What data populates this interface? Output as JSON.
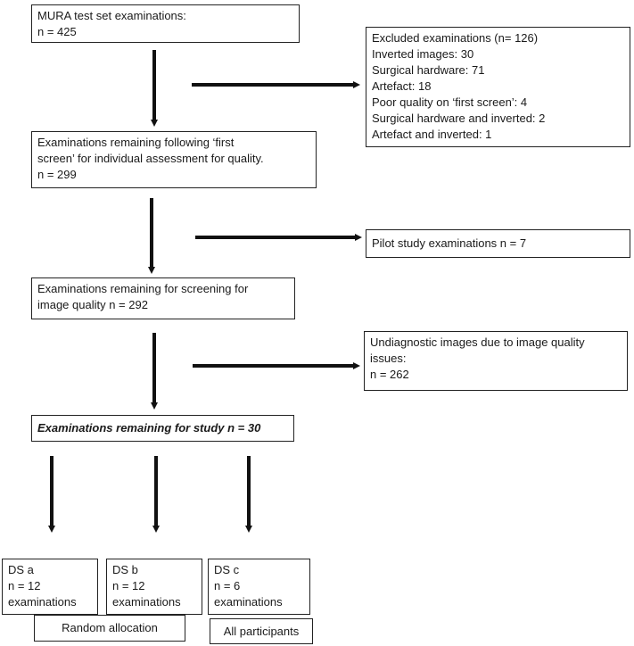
{
  "boxes": {
    "mura_test_set": {
      "lines": [
        "MURA test set examinations:",
        "n = 425"
      ]
    },
    "excluded": {
      "lines": [
        "Excluded examinations (n= 126)",
        "Inverted images: 30",
        "Surgical hardware: 71",
        "Artefact: 18",
        "Poor quality on ‘first screen’: 4",
        "Surgical hardware and inverted: 2",
        "Artefact and inverted: 1"
      ]
    },
    "first_screen_remaining": {
      "lines": [
        "Examinations remaining following ‘first",
        "screen’ for individual assessment for quality.",
        "n = 299"
      ]
    },
    "pilot": {
      "lines": [
        "Pilot study examinations n = 7"
      ]
    },
    "screening_remaining": {
      "lines": [
        "Examinations remaining for screening for",
        "image quality n = 292"
      ]
    },
    "undiagnostic": {
      "lines": [
        "Undiagnostic images due to image quality",
        "issues:",
        "n = 262"
      ]
    },
    "study_remaining": {
      "lines": [
        "Examinations remaining for study n = 30"
      ]
    },
    "ds_a": {
      "lines": [
        "DS a",
        "n = 12",
        "examinations"
      ]
    },
    "ds_b": {
      "lines": [
        "DS b",
        "n = 12",
        "examinations"
      ]
    },
    "ds_c": {
      "lines": [
        "DS c",
        "n = 6",
        "examinations"
      ]
    },
    "random_allocation": {
      "lines": [
        "Random allocation"
      ]
    },
    "all_participants": {
      "lines": [
        "All participants"
      ]
    }
  }
}
